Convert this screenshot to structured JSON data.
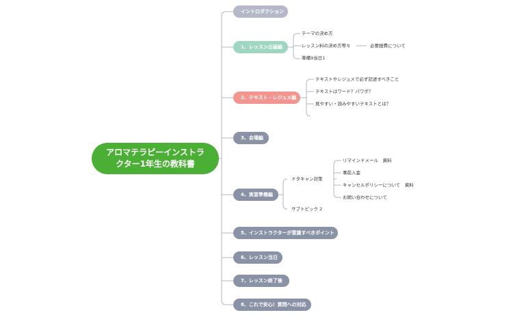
{
  "colors": {
    "root": "#4caf35",
    "topic_grey": "#8a93a6",
    "topic_light": "#b5b8c9",
    "topic_green": "#9fd6c2",
    "topic_red": "#f2958f",
    "line": "#b0b6c3"
  },
  "root": {
    "line1": "アロマテラピーインストラ",
    "line2": "クター1年生の教科書"
  },
  "topics": {
    "intro": "イントロダクション",
    "t1": "1、レッスン企画編",
    "t2": "2、テキスト・レジュメ編",
    "t3": "3、会場編",
    "t4": "4、実習準備編",
    "t5": "5、インストラクターが意識すべきポイント",
    "t6": "6、レッスン当日",
    "t7": "7、レッスン終了後",
    "t8": "8、これで安心！質問への対応"
  },
  "sub1": {
    "a": "テーマの決め方",
    "b": "レッスン料の決め方等々",
    "b_child": "必要経費について",
    "c": "準備9当日1"
  },
  "sub2": {
    "a": "テキストやレジュメで必ず記述すべきこと",
    "b": "テキストはワード？パワポ？",
    "c": "見やすい・読みやすいテキストとは？"
  },
  "sub4": {
    "a": "ドタキャン対策",
    "a_children": [
      "リマインドメール　資料",
      "事前入金",
      "キャンセルポリシーについて　資料",
      "お問い合わせについて"
    ],
    "b": "サブトピック 2"
  }
}
